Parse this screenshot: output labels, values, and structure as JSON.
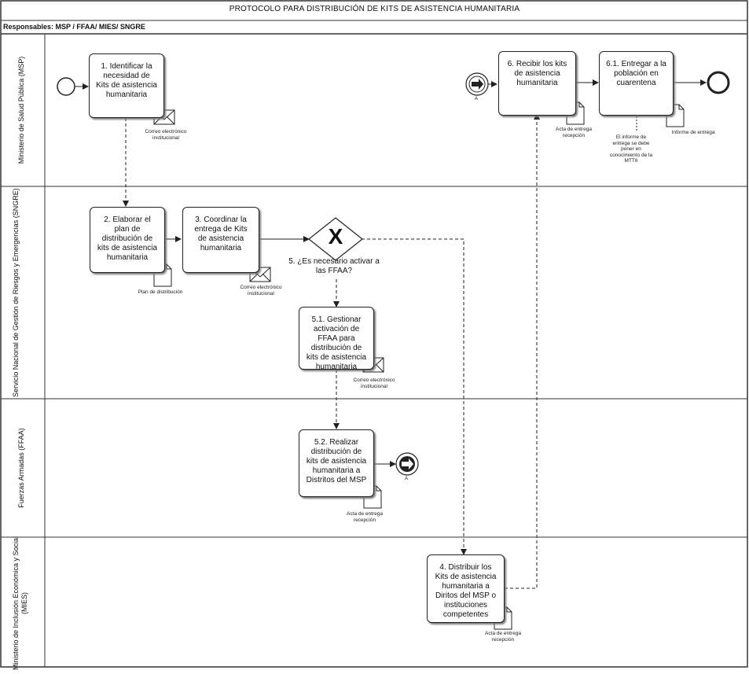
{
  "header": {
    "title": "PROTOCOLO PARA DISTRIBUCIÓN DE KITS DE ASISTENCIA HUMANITARIA",
    "responsables": "Responsables: MSP / FFAA/ MIES/ SNGRE"
  },
  "lanes": [
    {
      "id": "msp",
      "label": "Ministerio de Salud Pública (MSP)"
    },
    {
      "id": "sngre",
      "label": "Servicio Nacional de Gestión de Riesgos y Emergencias (SNGRE)"
    },
    {
      "id": "ffaa",
      "label": "Fuerzas Armadas (FFAA)"
    },
    {
      "id": "mies",
      "label": "Ministerio de Inclusión Económica y Social (MIES)"
    }
  ],
  "tasks": {
    "t1": "1. Identificar la necesidad de Kits de asistencia humanitaria",
    "t2": "2. Elaborar el plan de distribución de kits de asistencia humanitaria",
    "t3": "3. Coordinar la entrega de Kits de asistencia humanitaria",
    "t51": "5.1. Gestionar activación de FFAA para distribución de kits de asistencia humanitaria",
    "t52": "5.2. Realizar distribución de kits de asistencia humanitaria a Distritos del MSP",
    "t4": "4. Distribuir los Kits de asistencia humanitaria a Diritos del MSP o instituciones competentes",
    "t6": "6. Recibir los kits de asistencia humanitaria",
    "t61": "6.1. Entregar a la población en cuarentena"
  },
  "gateway": {
    "symbol": "X",
    "label": "5. ¿Es necesario activar a las FFAA?"
  },
  "notes": {
    "n1": "Correo electrónico institucional",
    "n2": "Plan de distribución",
    "n3": "Correo electrónico institucional",
    "n51": "Correo electrónico institucional",
    "n52": "Acta de entrega recepción",
    "n4": "Acta de entrega recepción",
    "n6": "Acta de entrega recepción",
    "n61a": "El informe de entrega se debe poner en conocimiento de la MTT6",
    "n61b": "Informe de entrega"
  },
  "links": {
    "link_a": "A",
    "link_b": "A"
  },
  "colors": {
    "stroke": "#222222",
    "lane_line": "#333333",
    "shadow": "#777777"
  }
}
